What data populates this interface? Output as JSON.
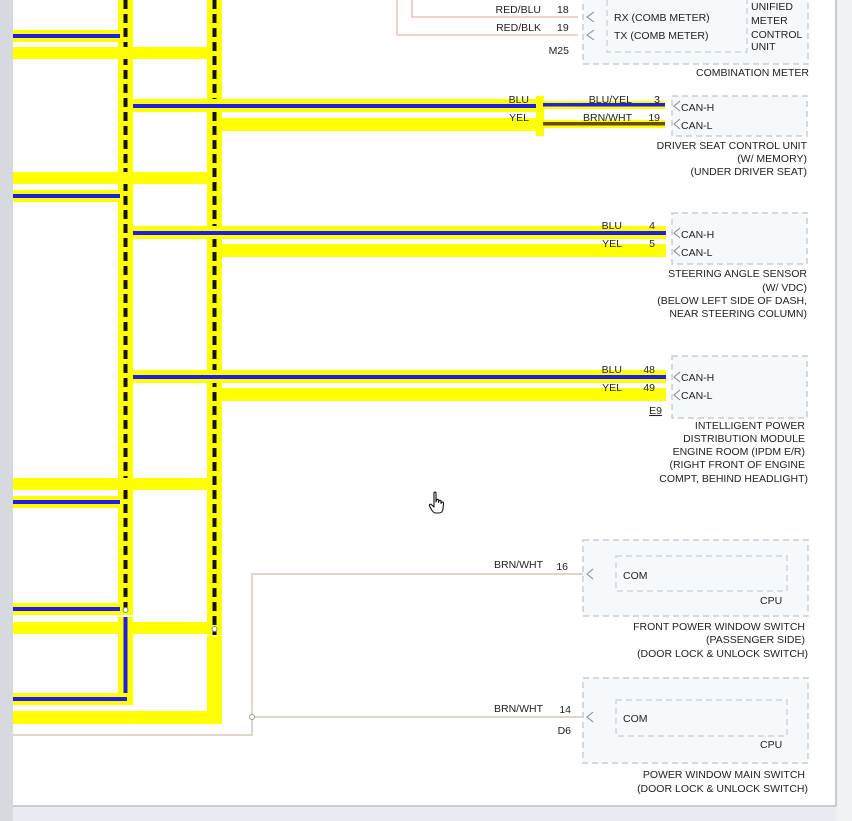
{
  "colors": {
    "yellow": "#ffff00",
    "blue": "#1e1ee8",
    "black": "#111111",
    "brown_wire": "#6b4a12",
    "beige_wire": "#e0d6c8",
    "pink_wire": "#e8a0a0",
    "component_box": "#c8cdd2",
    "component_fill": "#f5f9fc"
  },
  "combination_meter": {
    "wires": [
      {
        "color": "RED/BLU",
        "pin": "18",
        "signal": "RX (COMB METER)"
      },
      {
        "color": "RED/BLK",
        "pin": "19",
        "signal": "TX (COMB METER)"
      }
    ],
    "unit_lines": [
      "UNIFIED",
      "METER",
      "CONTROL",
      "UNIT"
    ],
    "connector": "M25",
    "name_lines": [
      "COMBINATION METER"
    ]
  },
  "driver_seat": {
    "wires": [
      {
        "harness": "BLU",
        "color": "BLU/YEL",
        "pin": "3",
        "signal": "CAN-H"
      },
      {
        "harness": "YEL",
        "color": "BRN/WHT",
        "pin": "19",
        "signal": "CAN-L"
      }
    ],
    "name_lines": [
      "DRIVER SEAT CONTROL UNIT",
      "(W/ MEMORY)",
      "(UNDER DRIVER SEAT)"
    ]
  },
  "steering_sensor": {
    "wires": [
      {
        "color": "BLU",
        "pin": "4",
        "signal": "CAN-H"
      },
      {
        "color": "YEL",
        "pin": "5",
        "signal": "CAN-L"
      }
    ],
    "name_lines": [
      "STEERING ANGLE SENSOR",
      "(W/ VDC)",
      "(BELOW LEFT SIDE OF DASH,",
      "NEAR STEERING COLUMN)"
    ]
  },
  "ipdm": {
    "wires": [
      {
        "color": "BLU",
        "pin": "48",
        "signal": "CAN-H"
      },
      {
        "color": "YEL",
        "pin": "49",
        "signal": "CAN-L"
      }
    ],
    "connector": "E9",
    "name_lines": [
      "INTELLIGENT POWER",
      "DISTRIBUTION MODULE",
      "ENGINE ROOM (IPDM E/R)",
      "(RIGHT FRONT OF ENGINE",
      "COMPT, BEHIND HEADLIGHT)"
    ]
  },
  "front_window_switch": {
    "wire_color": "BRN/WHT",
    "pin": "16",
    "signal": "COM",
    "inner": "CPU",
    "name_lines": [
      "FRONT POWER WINDOW SWITCH",
      "(PASSENGER SIDE)",
      "(DOOR LOCK & UNLOCK SWITCH)"
    ]
  },
  "main_window_switch": {
    "wire_color": "BRN/WHT",
    "pin": "14",
    "signal": "COM",
    "inner": "CPU",
    "connector": "D6",
    "name_lines": [
      "POWER WINDOW MAIN SWITCH",
      "(DOOR LOCK & UNLOCK SWITCH)"
    ]
  }
}
